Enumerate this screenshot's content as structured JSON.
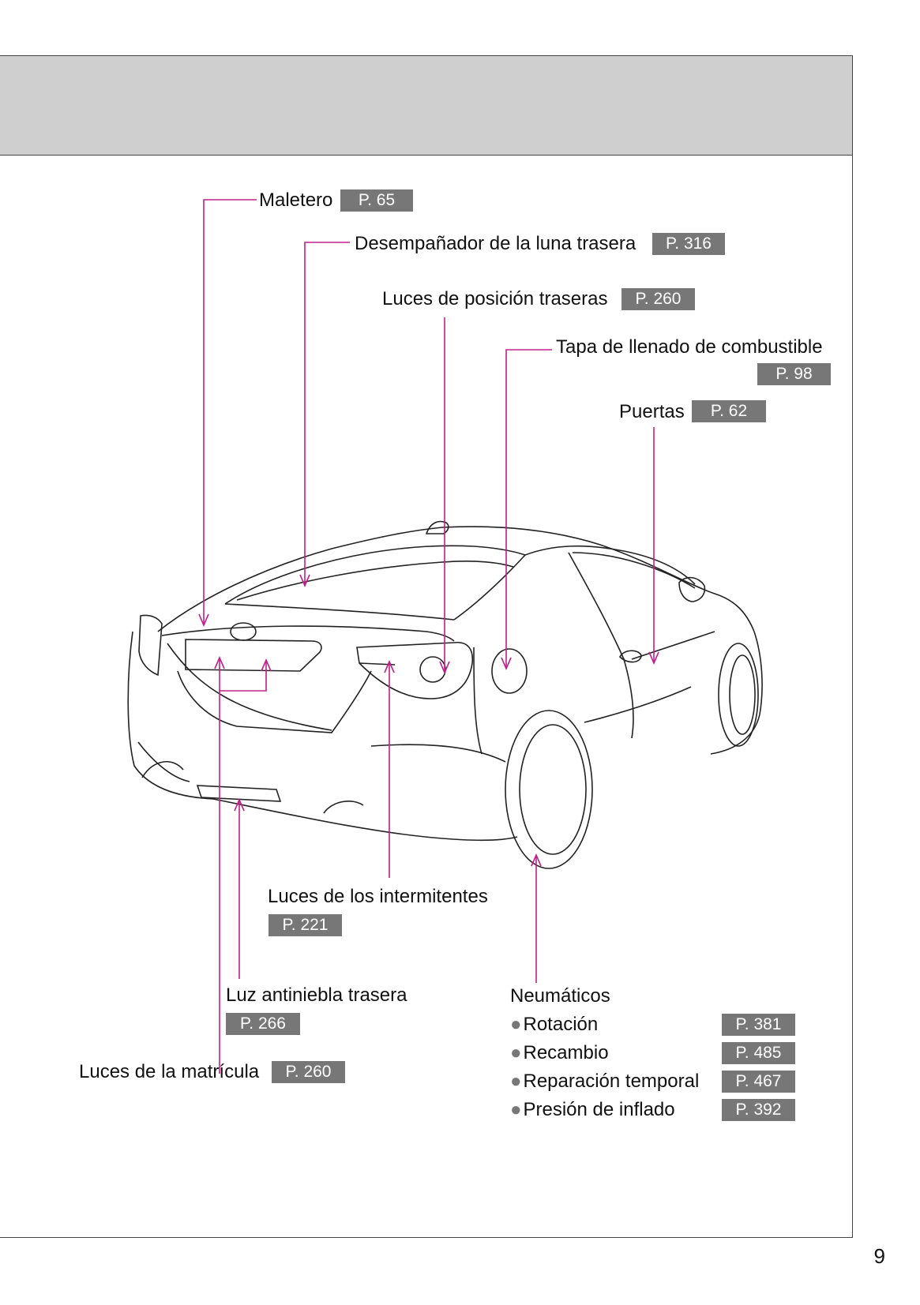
{
  "page_number": "9",
  "callouts": {
    "maletero": {
      "label": "Maletero",
      "ref": "P. 65"
    },
    "desempanador": {
      "label": "Desempañador de la luna trasera",
      "ref": "P. 316"
    },
    "luces_posicion": {
      "label": "Luces de posición traseras",
      "ref": "P. 260"
    },
    "tapa_combustible": {
      "label": "Tapa de llenado de combustible",
      "ref": "P. 98"
    },
    "puertas": {
      "label": "Puertas",
      "ref": "P. 62"
    },
    "intermitentes": {
      "label": "Luces de los intermitentes",
      "ref": "P. 221"
    },
    "antiniebla": {
      "label": "Luz antiniebla trasera",
      "ref": "P. 266"
    },
    "matricula": {
      "label": "Luces de la matrícula",
      "ref": "P. 260"
    }
  },
  "neumaticos": {
    "title": "Neumáticos",
    "items": [
      {
        "label": "Rotación",
        "ref": "P. 381"
      },
      {
        "label": "Recambio",
        "ref": "P. 485"
      },
      {
        "label": "Reparación temporal",
        "ref": "P. 467"
      },
      {
        "label": "Presión de inflado",
        "ref": "P. 392"
      }
    ]
  },
  "colors": {
    "leader_line": "#c0208a",
    "ref_box": "#777777",
    "header_band": "#cfcfcf"
  }
}
